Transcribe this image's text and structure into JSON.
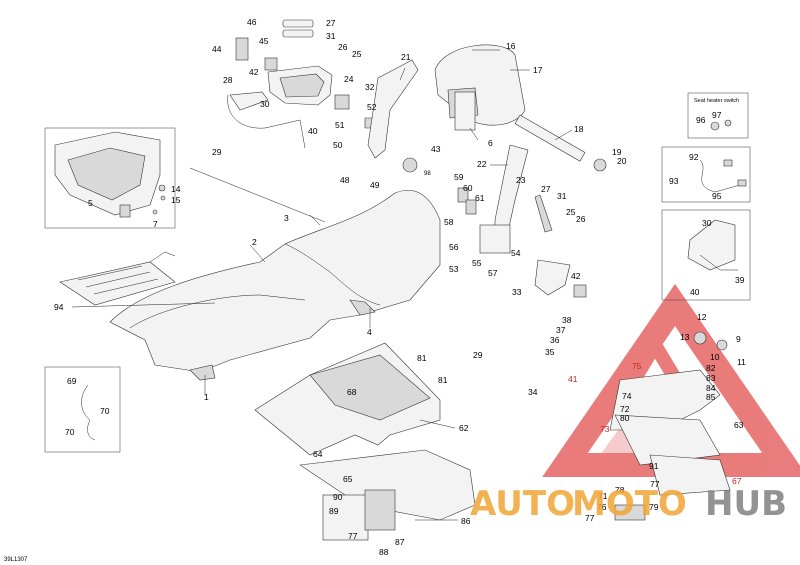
{
  "document_id": "39L1307",
  "inset_title": "Seat heater switch",
  "watermark": {
    "brand_left": "AUTO",
    "brand_mid": "MOTO",
    "brand_right": "HUB",
    "color_orange": "#f2a533",
    "color_grey": "#888888",
    "color_red": "#e25050"
  },
  "labels": {
    "l1": "1",
    "l2": "2",
    "l3": "3",
    "l4": "4",
    "l5": "5",
    "l6": "6",
    "l7": "7",
    "l9": "9",
    "l10": "10",
    "l11": "11",
    "l12": "12",
    "l13": "13",
    "l14": "14",
    "l15": "15",
    "l16": "16",
    "l17": "17",
    "l18": "18",
    "l19": "19",
    "l20": "20",
    "l21": "21",
    "l22": "22",
    "l23": "23",
    "l24": "24",
    "l25a": "25",
    "l25b": "25",
    "l26a": "26",
    "l26b": "26",
    "l27a": "27",
    "l27b": "27",
    "l28": "28",
    "l29a": "29",
    "l29b": "29",
    "l30a": "30",
    "l30b": "30",
    "l31a": "31",
    "l31b": "31",
    "l32": "32",
    "l33": "33",
    "l34": "34",
    "l35": "35",
    "l36": "36",
    "l37": "37",
    "l38": "38",
    "l39": "39",
    "l40a": "40",
    "l40b": "40",
    "l41": "41",
    "l42a": "42",
    "l42b": "42",
    "l43": "43",
    "l44": "44",
    "l45": "45",
    "l46": "46",
    "l48": "48",
    "l49": "49",
    "l50": "50",
    "l51": "51",
    "l52": "52",
    "l53": "53",
    "l54": "54",
    "l55": "55",
    "l56": "56",
    "l57": "57",
    "l58": "58",
    "l59": "59",
    "l60": "60",
    "l61": "61",
    "l62": "62",
    "l63": "63",
    "l64": "64",
    "l65": "65",
    "l67": "67",
    "l68": "68",
    "l69": "69",
    "l70a": "70",
    "l70b": "70",
    "l71": "71",
    "l72": "72",
    "l73": "73",
    "l74": "74",
    "l75": "75",
    "l76": "76",
    "l77a": "77",
    "l77b": "77",
    "l77c": "77",
    "l78": "78",
    "l79": "79",
    "l80": "80",
    "l81a": "81",
    "l81b": "81",
    "l82": "82",
    "l83": "83",
    "l84": "84",
    "l85": "85",
    "l86": "86",
    "l87": "87",
    "l88": "88",
    "l89": "89",
    "l90": "90",
    "l91": "91",
    "l92": "92",
    "l93": "93",
    "l94": "94",
    "l95": "95",
    "l96": "96",
    "l97": "97",
    "l98": "98"
  }
}
